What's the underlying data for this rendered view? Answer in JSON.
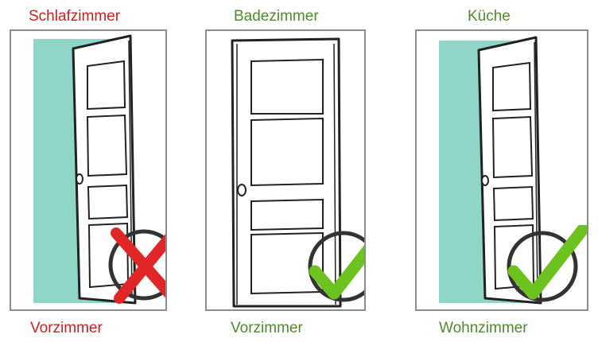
{
  "colors": {
    "wrong": "#cc1f1f",
    "right": "#4e8a2d",
    "wall": "#8fd6c8",
    "x_mark": "#e02626",
    "check_mark": "#6cc21f",
    "frame_border": "#8c8c8c",
    "circle": "#333333"
  },
  "panels": [
    {
      "top_label": "Schlafzimmer",
      "bottom_label": "Vorzimmer",
      "status": "wrong",
      "door_state": "open",
      "mark_icon": "x-mark-icon"
    },
    {
      "top_label": "Badezimmer",
      "bottom_label": "Vorzimmer",
      "status": "right",
      "door_state": "closed",
      "mark_icon": "check-mark-icon"
    },
    {
      "top_label": "Küche",
      "bottom_label": "Wohnzimmer",
      "status": "right",
      "door_state": "open",
      "mark_icon": "check-mark-icon"
    }
  ]
}
